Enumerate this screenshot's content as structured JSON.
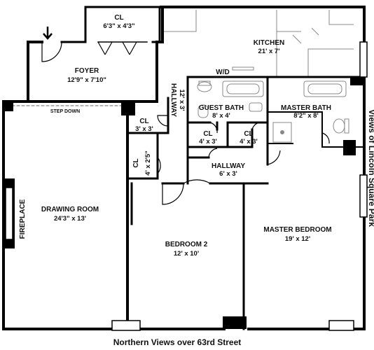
{
  "rooms": {
    "foyer": {
      "name": "FOYER",
      "dim": "12'9\" x 7'10\""
    },
    "closet_top": {
      "name": "CL",
      "dim": "6'3\" x 4'3\""
    },
    "kitchen": {
      "name": "KITCHEN",
      "dim": "21' x 7'"
    },
    "washer_dryer": {
      "name": "W/D"
    },
    "hallway_top": {
      "name": "HALLWAY",
      "dim": "12' x 3'"
    },
    "guest_bath": {
      "name": "GUEST BATH",
      "dim": "8' x 4'"
    },
    "master_bath": {
      "name": "MASTER BATH",
      "dim": "8'2\" x 8'"
    },
    "closet_small": {
      "name": "CL",
      "dim": "3' x 3'"
    },
    "closet_a": {
      "name": "CL",
      "dim": "4' x 3'"
    },
    "closet_b": {
      "name": "CL",
      "dim": "4' x 3'"
    },
    "closet_narrow": {
      "name": "CL",
      "dim": "4' x 2'5\""
    },
    "hallway_mid": {
      "name": "HALLWAY",
      "dim": "6' x 3'"
    },
    "drawing_room": {
      "name": "DRAWING ROOM",
      "dim": "24'3\" x 13'"
    },
    "bedroom2": {
      "name": "BEDROOM 2",
      "dim": "12' x 10'"
    },
    "master_bedroom": {
      "name": "MASTER BEDROOM",
      "dim": "19' x 12'"
    }
  },
  "labels": {
    "step_down": "STEP DOWN",
    "fireplace": "FIREPLACE",
    "views_east": "Views of Lincoln Square Park",
    "views_south": "Northern Views over 63rd Street"
  },
  "colors": {
    "wall": "#000000",
    "fixture": "#888888",
    "background": "#ffffff"
  }
}
